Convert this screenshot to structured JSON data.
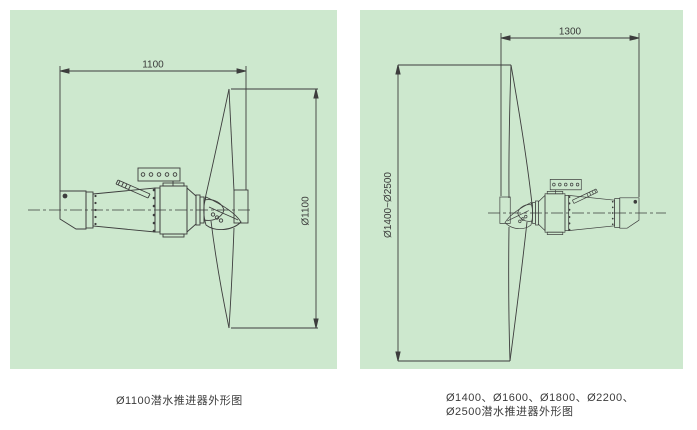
{
  "colors": {
    "panel_bg": "#cde8ce",
    "line": "#3d3d3d",
    "page_bg": "#ffffff"
  },
  "left_panel": {
    "length_dim": "1100",
    "diameter_dim": "Ø1100",
    "caption": "Ø1100潜水推进器外形图"
  },
  "right_panel": {
    "length_dim": "1300",
    "diameter_dim": "Ø1400~Ø2500",
    "caption_line1": "Ø1400、Ø1600、Ø1800、Ø2200、",
    "caption_line2": "Ø2500潜水推进器外形图"
  }
}
